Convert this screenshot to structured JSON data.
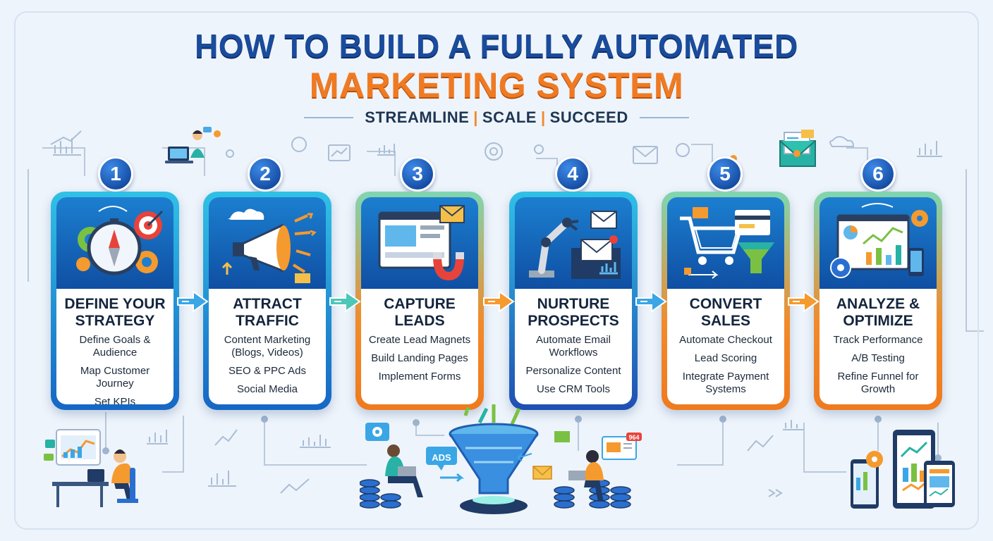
{
  "header": {
    "title_line1": "HOW TO BUILD A FULLY AUTOMATED",
    "title_line2": "MARKETING SYSTEM",
    "tagline": [
      "STREAMLINE",
      "SCALE",
      "SUCCEED"
    ],
    "separator": "|"
  },
  "colors": {
    "title_blue": "#1a4b9c",
    "title_orange": "#f07a22",
    "card_blue": "#1667c4",
    "card_orange": "#f07a1e",
    "arrow_blue": "#3aa6e6",
    "arrow_orange": "#f59a2e"
  },
  "steps": [
    {
      "number": "1",
      "title": [
        "DEFINE YOUR",
        "STRATEGY"
      ],
      "lines": [
        "Define Goals & Audience",
        "Map Customer Journey",
        "Set KPIs"
      ],
      "icon": "compass-target-icon"
    },
    {
      "number": "2",
      "title": [
        "ATTRACT",
        "TRAFFIC"
      ],
      "lines": [
        "Content Marketing (Blogs, Videos)",
        "SEO & PPC Ads",
        "Social Media"
      ],
      "icon": "megaphone-icon"
    },
    {
      "number": "3",
      "title": [
        "CAPTURE",
        "LEADS"
      ],
      "lines": [
        "Create Lead Magnets",
        "Build Landing Pages",
        "Implement Forms"
      ],
      "icon": "magnet-icon"
    },
    {
      "number": "4",
      "title": [
        "NURTURE",
        "PROSPECTS"
      ],
      "lines": [
        "Automate Email Workflows",
        "Personalize Content",
        "Use CRM Tools"
      ],
      "icon": "robot-arm-email-icon"
    },
    {
      "number": "5",
      "title": [
        "CONVERT",
        "SALES"
      ],
      "lines": [
        "Automate Checkout",
        "Lead Scoring",
        "Integrate Payment Systems"
      ],
      "icon": "shopping-cart-funnel-icon"
    },
    {
      "number": "6",
      "title": [
        "ANALYZE &",
        "OPTIMIZE"
      ],
      "lines": [
        "Track Performance",
        "A/B Testing",
        "Refine Funnel for Growth"
      ],
      "icon": "analytics-dashboard-icon"
    }
  ],
  "illustrations": {
    "ads_label": "ADS",
    "email_badge": "964"
  }
}
